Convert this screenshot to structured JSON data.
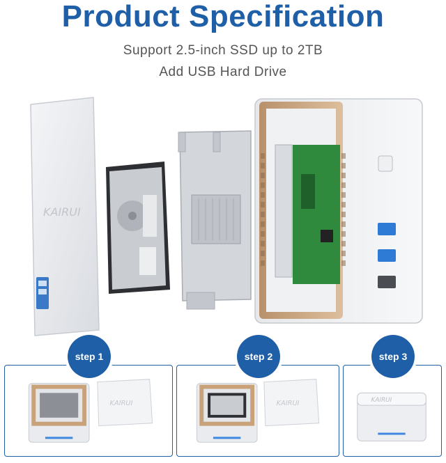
{
  "header": {
    "title": "Product Specification",
    "line1": "Support 2.5-inch SSD up to 2TB",
    "line2": "Add USB Hard Drive"
  },
  "brand": "KAIRUI",
  "steps": [
    {
      "label": "step 1"
    },
    {
      "label": "step 2"
    },
    {
      "label": "step 3"
    }
  ],
  "colors": {
    "accent": "#1f5fa8",
    "usb_port": "#2e7bd6",
    "case_gold": "#c9a27a",
    "pcb_green": "#2f8a3e"
  }
}
